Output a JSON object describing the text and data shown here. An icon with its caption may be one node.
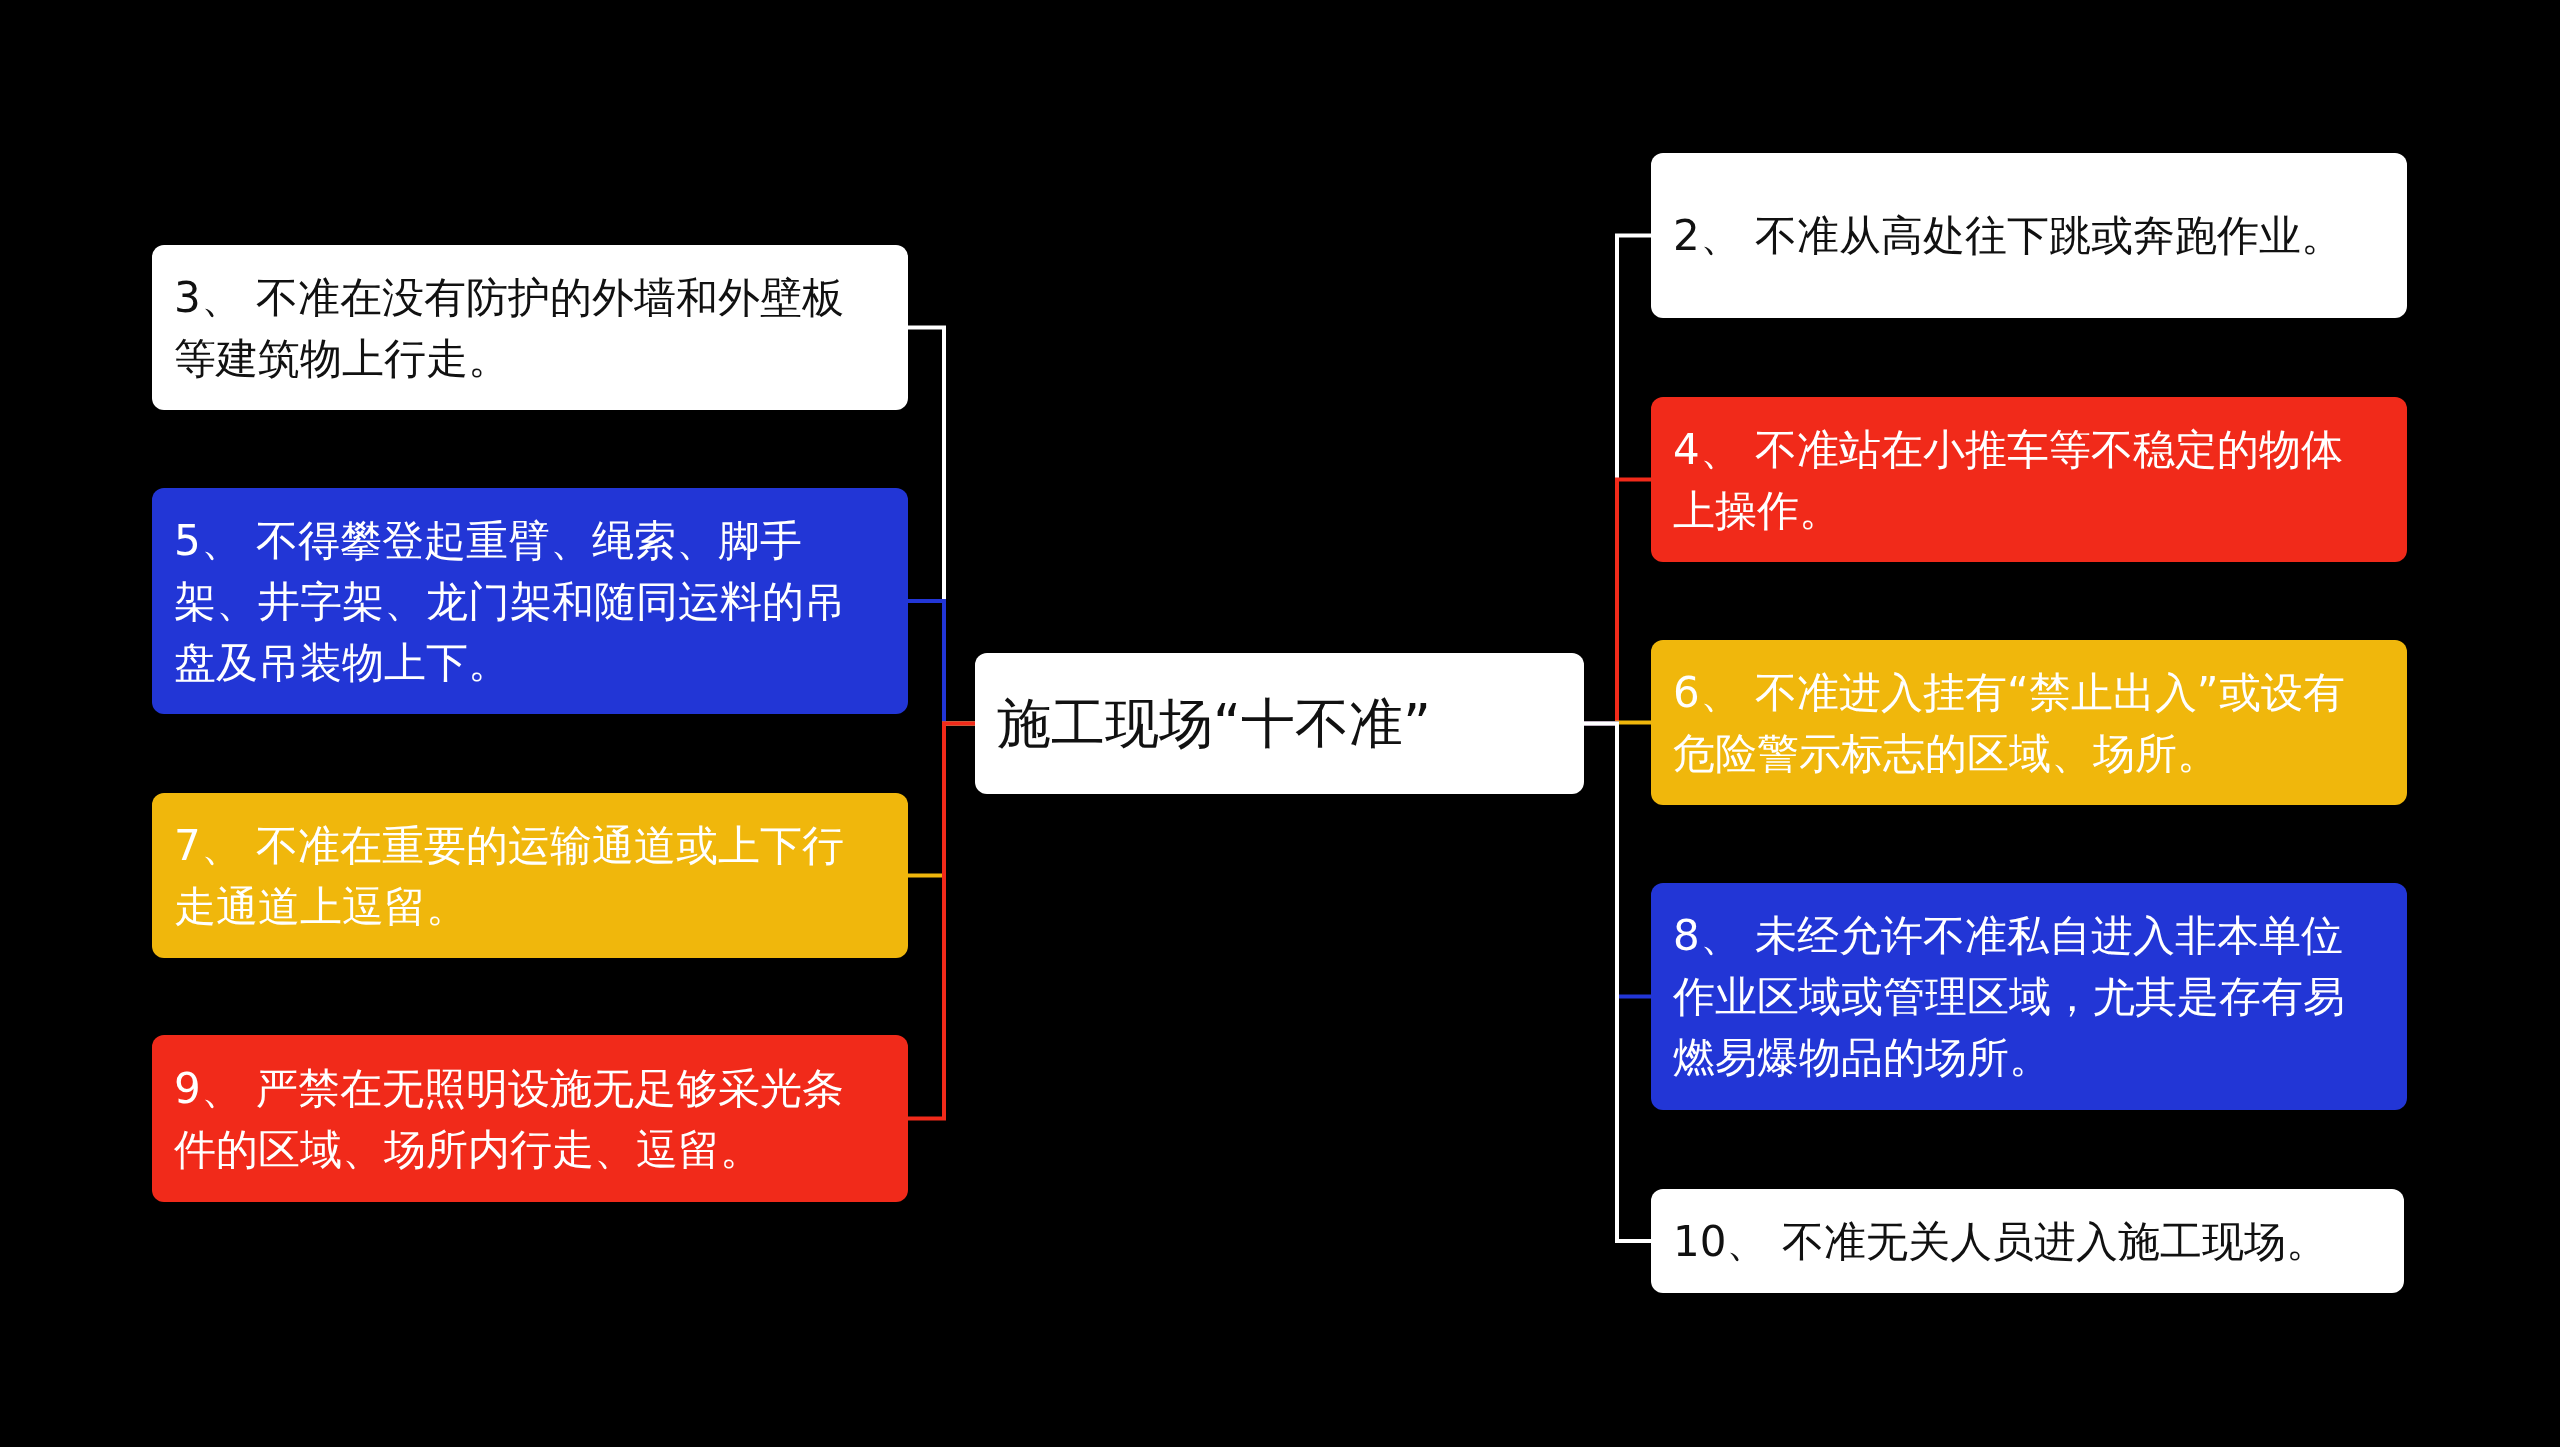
{
  "diagram": {
    "nodes": [
      {
        "text": [
          "施工现场“十不准”"
        ]
      },
      {
        "text": [
          "3、 不准在没有防护的外墙和外壁板等建筑物上行走。"
        ]
      },
      {
        "text": [
          "5、 不得攀登起重臂、绳索、脚手架、井字架、龙门架和随同运料的吊盘及吊装物上下。"
        ]
      },
      {
        "text": [
          "7、 不准在重要的运输通道或上下行走通道上逗留。"
        ]
      },
      {
        "text": [
          "9、 严禁在无照明设施无足够采光条件的区域、场所内行走、逗留。"
        ]
      },
      {
        "text": [
          "2、 不准从高处往下跳或奔跑作业。"
        ]
      },
      {
        "text": [
          "4、 不准站在小推车等不稳定的物体上操作。"
        ]
      },
      {
        "text": [
          "6、 不准进入挂有“禁止出入”或设有危险警示标志的区域、场所。"
        ]
      },
      {
        "text": [
          "8、 未经允许不准私自进入非本单位作业区域或管理区域，尤其是存有易燃易爆物品的场所。"
        ]
      },
      {
        "text": [
          "10、 不准无关人员进入施工现场。"
        ]
      }
    ],
    "edges": [
      {
        "from": 0,
        "to": 1,
        "arrow": "none"
      },
      {
        "from": 0,
        "to": 2,
        "arrow": "none",
        "color": "#2236d6"
      },
      {
        "from": 0,
        "to": 3,
        "arrow": "none",
        "color": "#f0b70c"
      },
      {
        "from": 0,
        "to": 4,
        "arrow": "none",
        "color": "#f12a1a"
      },
      {
        "from": 0,
        "to": 5,
        "arrow": "none"
      },
      {
        "from": 0,
        "to": 6,
        "arrow": "none",
        "color": "#f12a1a"
      },
      {
        "from": 0,
        "to": 7,
        "arrow": "none",
        "color": "#f0b70c"
      },
      {
        "from": 0,
        "to": 8,
        "arrow": "none",
        "color": "#2236d6"
      },
      {
        "from": 0,
        "to": 9,
        "arrow": "none"
      }
    ]
  }
}
